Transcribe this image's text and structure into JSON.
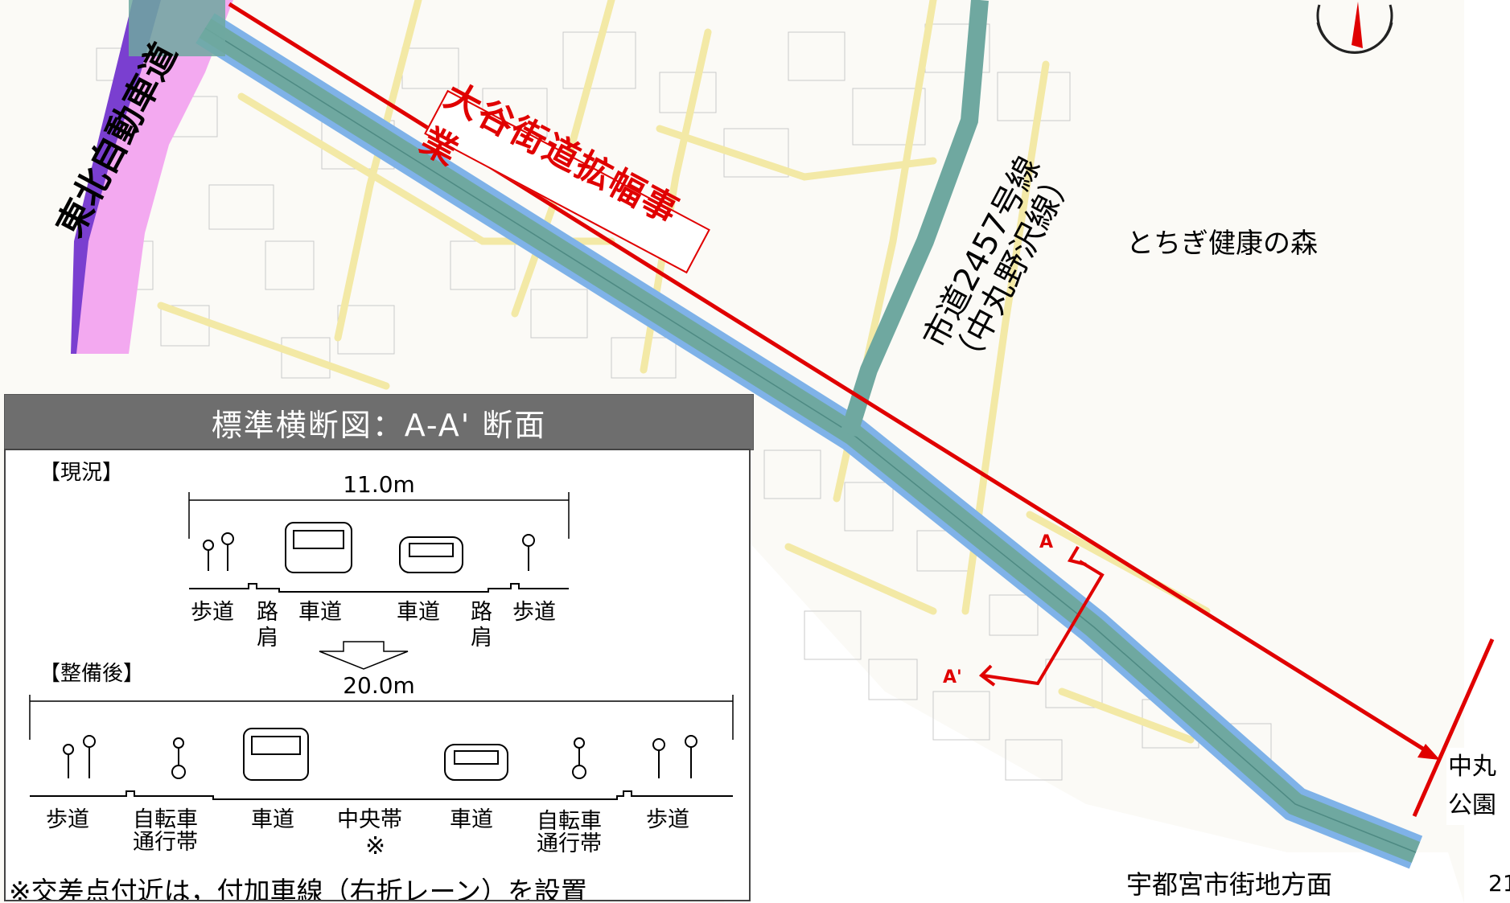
{
  "map": {
    "project_label": "大谷街道拡幅事業",
    "expressway_label": "東北自動車道",
    "city_road_label_line1": "市道2457号線",
    "city_road_label_line2": "（中丸野沢線）",
    "forest_label": "とちぎ健康の森",
    "downtown_label": "宇都宮市街地方面",
    "park_label_line1": "中丸",
    "park_label_line2": "公園",
    "section_a": "A",
    "section_a_prime": "A'",
    "page_number": "21",
    "colors": {
      "project_red": "#e00000",
      "road_widening": "#6fa8a0",
      "road_blue": "#7fb2e8",
      "expressway_pink": "#f3a9f0",
      "expressway_purple": "#7a3fd0",
      "local_road_yellow": "#f3e9a6"
    }
  },
  "cross_section": {
    "header": "標準横断図：A-A' 断面",
    "current": {
      "title": "【現況】",
      "width": "11.0m",
      "labels": [
        "歩道",
        "路",
        "肩",
        "車道",
        "車道",
        "路",
        "肩",
        "歩道"
      ]
    },
    "improved": {
      "title": "【整備後】",
      "width": "20.0m",
      "labels": [
        "歩道",
        "自転車",
        "通行帯",
        "車道",
        "中央帯",
        "※",
        "車道",
        "自転車",
        "通行帯",
        "歩道"
      ]
    },
    "note": "※交差点付近は，付加車線（右折レーン）を設置"
  }
}
